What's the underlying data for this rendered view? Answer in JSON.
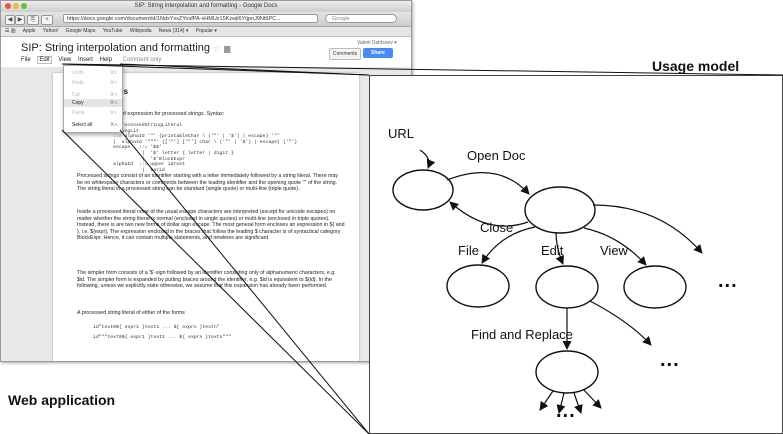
{
  "browser": {
    "window_title": "SIP: String interpolation and formatting - Google Docs",
    "url": "https://docs.google.com/document/d/1NdxYxxZYosfPA-xHMUz15Kzwjl6YtjpnJ9Nt9PC...",
    "search_placeholder": "Google",
    "bookmarks": [
      "Apple",
      "Yahoo!",
      "Google Maps",
      "YouTube",
      "Wikipedia",
      "News (314) ▾",
      "Popular ▾"
    ]
  },
  "doc": {
    "title": "SIP: String interpolation and formatting",
    "menu": [
      "File",
      "Edit",
      "View",
      "Insert",
      "Help",
      "Comment only"
    ],
    "user": "Valerii Dahlsoev ▾",
    "comments_label": "Comments",
    "share_label": "Share"
  },
  "edit_menu": {
    "items": [
      {
        "label": "Undo",
        "key": "⌘Z"
      },
      {
        "label": "Redo",
        "key": "⌘Y"
      },
      {
        "label": "Cut",
        "key": "⌘X"
      },
      {
        "label": "Copy",
        "key": "⌘C"
      },
      {
        "label": "Paste",
        "key": "⌘V"
      },
      {
        "label": "Select all",
        "key": "⌘A"
      }
    ]
  },
  "content": {
    "heading": "...ings",
    "intro": "...form of expression for processed strings. Syntax:",
    "grammar": "| processedStringLiteral\nstringLit\n::= alphaId '\"' {printableChar \\ ('\"' | '$') | escape} '\"'\n|  alphaId '\"\"\"' {['\"'] ['\"'] char \\ ('\"' | '$') | escape} {'\"'}\nescape   ::= '$$'\n          |  '$' letter { letter | digit }\n          |  '$'BlockExpr\nalphaId  ::= upper idrest\n          |  varid",
    "p1": "Processed strings consist of an identifier starting with a letter immediately followed by a string literal. There may be no whitespace characters or comments between the leading identifier and the opening quote '\"' of the string. The string literal in a processed string can be standard (single quote) or multi-line (triple quote).",
    "p2": "Inside a processed literal none of the usual escape characters are interpreted (except for unicode escapes) no matter whether the string literal is normal (enclosed in single quotes) or multi-line (enclosed in triple quotes). Instead, there is are two new forms of dollar sign escape. The most general form encloses an expression in ${ and }, i.e. ${expr}. The expression enclosed in the braces that follow the leading $ character is of syntactical category BlockExpr. Hence, it can contain multiple statements, and newlines are significant.",
    "p3": "The simpler form consists of a '$'-sign followed by an identifier consisting only of alphanumeric characters, e.g. $id. The simpler form is expanded by putting braces around the identifier, e.g. $id is equivalent to ${id}. In the following, unless we explicitly state otherwise, we assume that this expansion has already been performed.",
    "p4": "A processed string literal of either of the forms",
    "code1": "id\"text0${ expr1 }text1 ... ${ exprn }textn\"",
    "code2": "id\"\"\"text0${ expr1 }text1 ... ${ exprn }textn\"\"\""
  },
  "labels": {
    "usage_model": "Usage model",
    "web_application": "Web application",
    "url": "URL",
    "open_doc": "Open Doc",
    "close": "Close",
    "file": "File",
    "edit": "Edit",
    "view": "View",
    "find_replace": "Find and Replace",
    "ellipsis": "..."
  }
}
